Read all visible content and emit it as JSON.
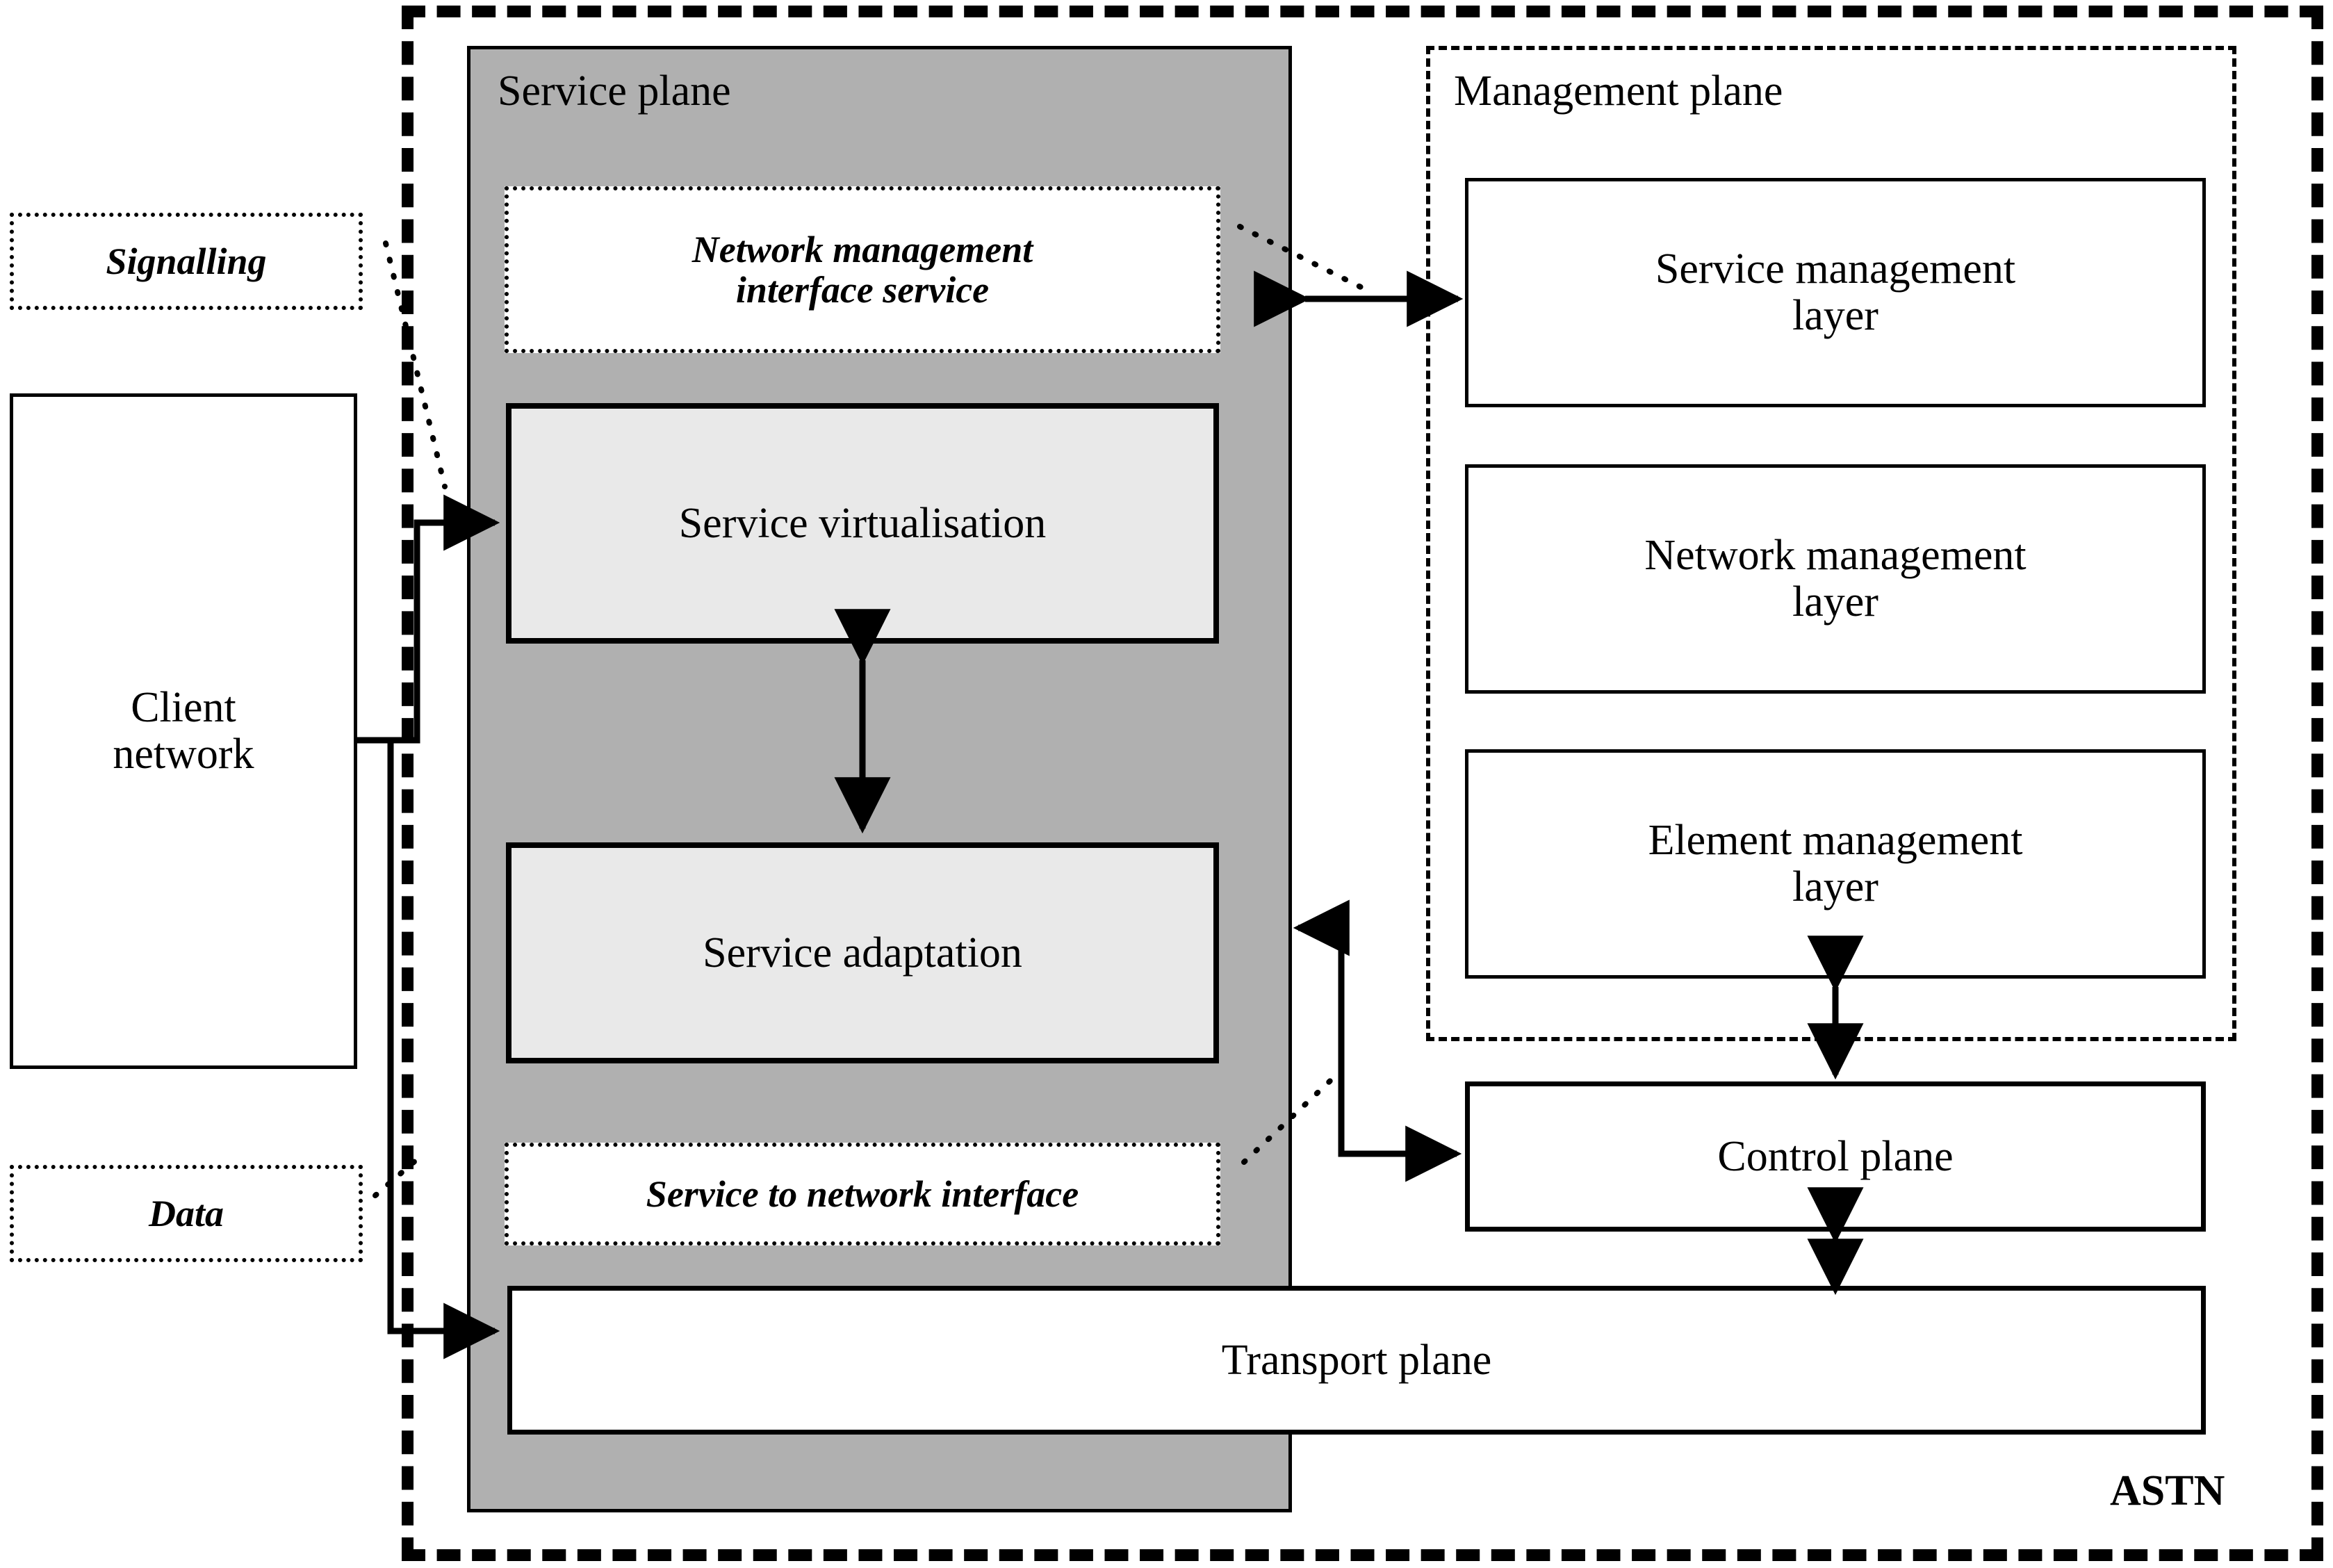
{
  "diagram": {
    "outer_frame_label": "ASTN",
    "panels": {
      "service_plane": "Service plane",
      "management_plane": "Management plane"
    },
    "left_nodes": [
      {
        "id": "signalling",
        "label": "Signalling",
        "style": "dotted-tag"
      },
      {
        "id": "client-network",
        "label": "Client\nnetwork",
        "style": "solid-box"
      },
      {
        "id": "data",
        "label": "Data",
        "style": "dotted-tag"
      }
    ],
    "service_plane_items": [
      {
        "id": "network-management-interface-service",
        "label": "Network management\ninterface service",
        "style": "dotted-interface"
      },
      {
        "id": "service-virtualisation",
        "label": "Service virtualisation",
        "style": "light-box"
      },
      {
        "id": "service-adaptation",
        "label": "Service adaptation",
        "style": "light-box"
      },
      {
        "id": "service-to-network-interface",
        "label": "Service to network interface",
        "style": "dotted-interface"
      }
    ],
    "management_plane_items": [
      {
        "id": "service-management-layer",
        "label": "Service management\nlayer"
      },
      {
        "id": "network-management-layer",
        "label": "Network management\nlayer"
      },
      {
        "id": "element-management-layer",
        "label": "Element management\nlayer"
      }
    ],
    "other_planes": [
      {
        "id": "control-plane",
        "label": "Control plane"
      },
      {
        "id": "transport-plane",
        "label": "Transport plane"
      }
    ],
    "colors": {
      "service_plane_fill": "#B0B0B0",
      "inner_box_fill": "#E9E9E9",
      "stroke": "#000000",
      "page_background": "#FFFFFF"
    }
  }
}
